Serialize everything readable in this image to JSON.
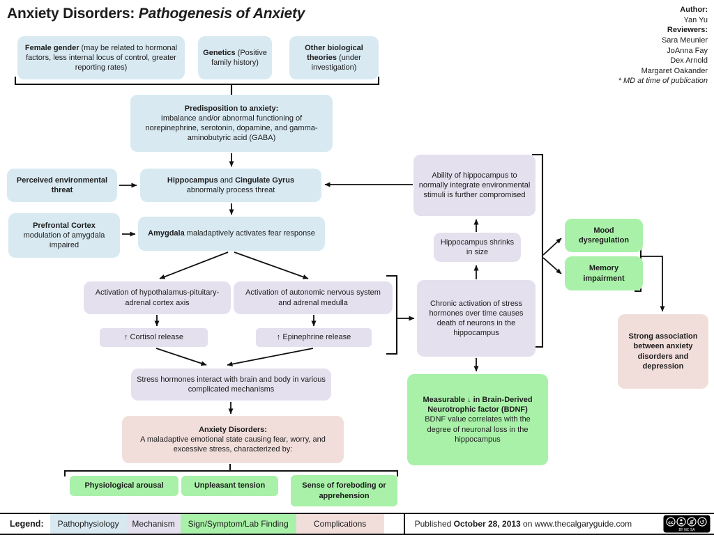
{
  "title": {
    "segments": [
      {
        "t": "Anxiety Disorders: ",
        "b": true
      },
      {
        "t": "Pathogenesis of Anxiety",
        "b": true,
        "i": true
      }
    ]
  },
  "credits": {
    "author_label": "Author:",
    "author": "Yan Yu",
    "reviewers_label": "Reviewers:",
    "reviewers": [
      "Sara Meunier",
      "JoAnna Fay",
      "Dex Arnold",
      "Margaret Oakander"
    ],
    "note": "* MD at time of publication"
  },
  "nodes": {
    "female_gender": {
      "category": "Pathophysiology",
      "segments": [
        {
          "t": "Female gender",
          "b": true
        },
        {
          "t": " (may be related to hormonal factors, less internal locus of control, greater reporting rates)"
        }
      ]
    },
    "genetics": {
      "category": "Pathophysiology",
      "segments": [
        {
          "t": "Genetics",
          "b": true
        },
        {
          "t": " (Positive family history)"
        }
      ]
    },
    "other_biological": {
      "category": "Pathophysiology",
      "segments": [
        {
          "t": "Other biological theories",
          "b": true
        },
        {
          "t": " (under investigation)"
        }
      ]
    },
    "predisposition": {
      "category": "Pathophysiology",
      "segments": [
        {
          "t": "Predisposition to anxiety:",
          "b": true,
          "br": true
        },
        {
          "t": "Imbalance and/or abnormal functioning of norepinephrine, serotonin, dopamine, and gamma-aminobutyric acid (GABA)"
        }
      ]
    },
    "perceived_threat": {
      "category": "Pathophysiology",
      "segments": [
        {
          "t": "Perceived environmental threat",
          "b": true
        }
      ]
    },
    "hippocampus_cingulate": {
      "category": "Pathophysiology",
      "segments": [
        {
          "t": "Hippocampus",
          "b": true
        },
        {
          "t": " and "
        },
        {
          "t": "Cingulate Gyrus",
          "b": true,
          "br": true
        },
        {
          "t": "abnormally process threat"
        }
      ]
    },
    "prefrontal": {
      "category": "Pathophysiology",
      "segments": [
        {
          "t": "Prefrontal Cortex",
          "b": true
        },
        {
          "t": " modulation of amygdala impaired"
        }
      ]
    },
    "amygdala": {
      "category": "Pathophysiology",
      "segments": [
        {
          "t": "Amygdala",
          "b": true
        },
        {
          "t": " maladaptively activates fear response"
        }
      ]
    },
    "hpa_axis": {
      "category": "Mechanism",
      "segments": [
        {
          "t": "Activation of hypothalamus-pituitary-adrenal cortex axis"
        }
      ]
    },
    "autonomic": {
      "category": "Mechanism",
      "segments": [
        {
          "t": "Activation of autonomic nervous system and adrenal medulla"
        }
      ]
    },
    "cortisol": {
      "category": "Mechanism",
      "segments": [
        {
          "t": "↑ Cortisol release"
        }
      ]
    },
    "epinephrine": {
      "category": "Mechanism",
      "segments": [
        {
          "t": "↑ Epinephrine release"
        }
      ]
    },
    "stress_hormones": {
      "category": "Mechanism",
      "segments": [
        {
          "t": "Stress hormones interact with brain and body in various complicated mechanisms"
        }
      ]
    },
    "anxiety_disorders": {
      "category": "Complications",
      "segments": [
        {
          "t": "Anxiety Disorders:",
          "b": true,
          "br": true
        },
        {
          "t": "A maladaptive emotional state causing fear, worry, and excessive stress, characterized by:"
        }
      ]
    },
    "physiological_arousal": {
      "category": "Sign/Symptom/Lab Finding",
      "segments": [
        {
          "t": "Physiological arousal",
          "b": true
        }
      ]
    },
    "unpleasant_tension": {
      "category": "Sign/Symptom/Lab Finding",
      "segments": [
        {
          "t": "Unpleasant tension",
          "b": true
        }
      ]
    },
    "foreboding": {
      "category": "Sign/Symptom/Lab Finding",
      "segments": [
        {
          "t": "Sense of foreboding or apprehension",
          "b": true
        }
      ]
    },
    "ability_hippocampus": {
      "category": "Mechanism",
      "segments": [
        {
          "t": "Ability of hippocampus to normally integrate environmental stimuli is further compromised"
        }
      ]
    },
    "hippocampus_shrinks": {
      "category": "Mechanism",
      "segments": [
        {
          "t": "Hippocampus shrinks in size"
        }
      ]
    },
    "chronic_activation": {
      "category": "Mechanism",
      "segments": [
        {
          "t": "Chronic activation of stress hormones over time causes death of neurons in the hippocampus"
        }
      ]
    },
    "bdnf": {
      "category": "Sign/Symptom/Lab Finding",
      "segments": [
        {
          "t": "Measurable ↓ in Brain-Derived Neurotrophic factor (BDNF)",
          "b": true,
          "br": true
        },
        {
          "t": "BDNF value correlates with the degree of neuronal loss in the hippocampus"
        }
      ]
    },
    "mood_dysregulation": {
      "category": "Sign/Symptom/Lab Finding",
      "segments": [
        {
          "t": "Mood dysregulation",
          "b": true
        }
      ]
    },
    "memory_impairment": {
      "category": "Sign/Symptom/Lab Finding",
      "segments": [
        {
          "t": "Memory impairment",
          "b": true
        }
      ]
    },
    "strong_association": {
      "category": "Complications",
      "segments": [
        {
          "t": "Strong association between anxiety disorders and depression",
          "b": true
        }
      ]
    }
  },
  "legend": {
    "label": "Legend:",
    "items": [
      {
        "label": "Pathophysiology",
        "color": "#d8e9f2"
      },
      {
        "label": "Mechanism",
        "color": "#e4e0ee"
      },
      {
        "label": "Sign/Symptom/Lab Finding",
        "color": "#a9f1a9"
      },
      {
        "label": "Complications",
        "color": "#f1dedb"
      }
    ],
    "published_segments": [
      {
        "t": "Published "
      },
      {
        "t": "October 28, 2013",
        "b": true
      },
      {
        "t": " on www.thecalgaryguide.com"
      }
    ]
  },
  "cc_badge": {
    "icons": [
      "cc-icon",
      "by-person-icon",
      "nc-dollar-icon",
      "sa-arrow-icon"
    ],
    "caption": "BY NC SA"
  },
  "colors": {
    "pathophysiology": "#d8e9f2",
    "mechanism": "#e4e0ee",
    "sign_symptom_lab": "#a9f1a9",
    "complications": "#f1dedb",
    "line": "#111111"
  }
}
